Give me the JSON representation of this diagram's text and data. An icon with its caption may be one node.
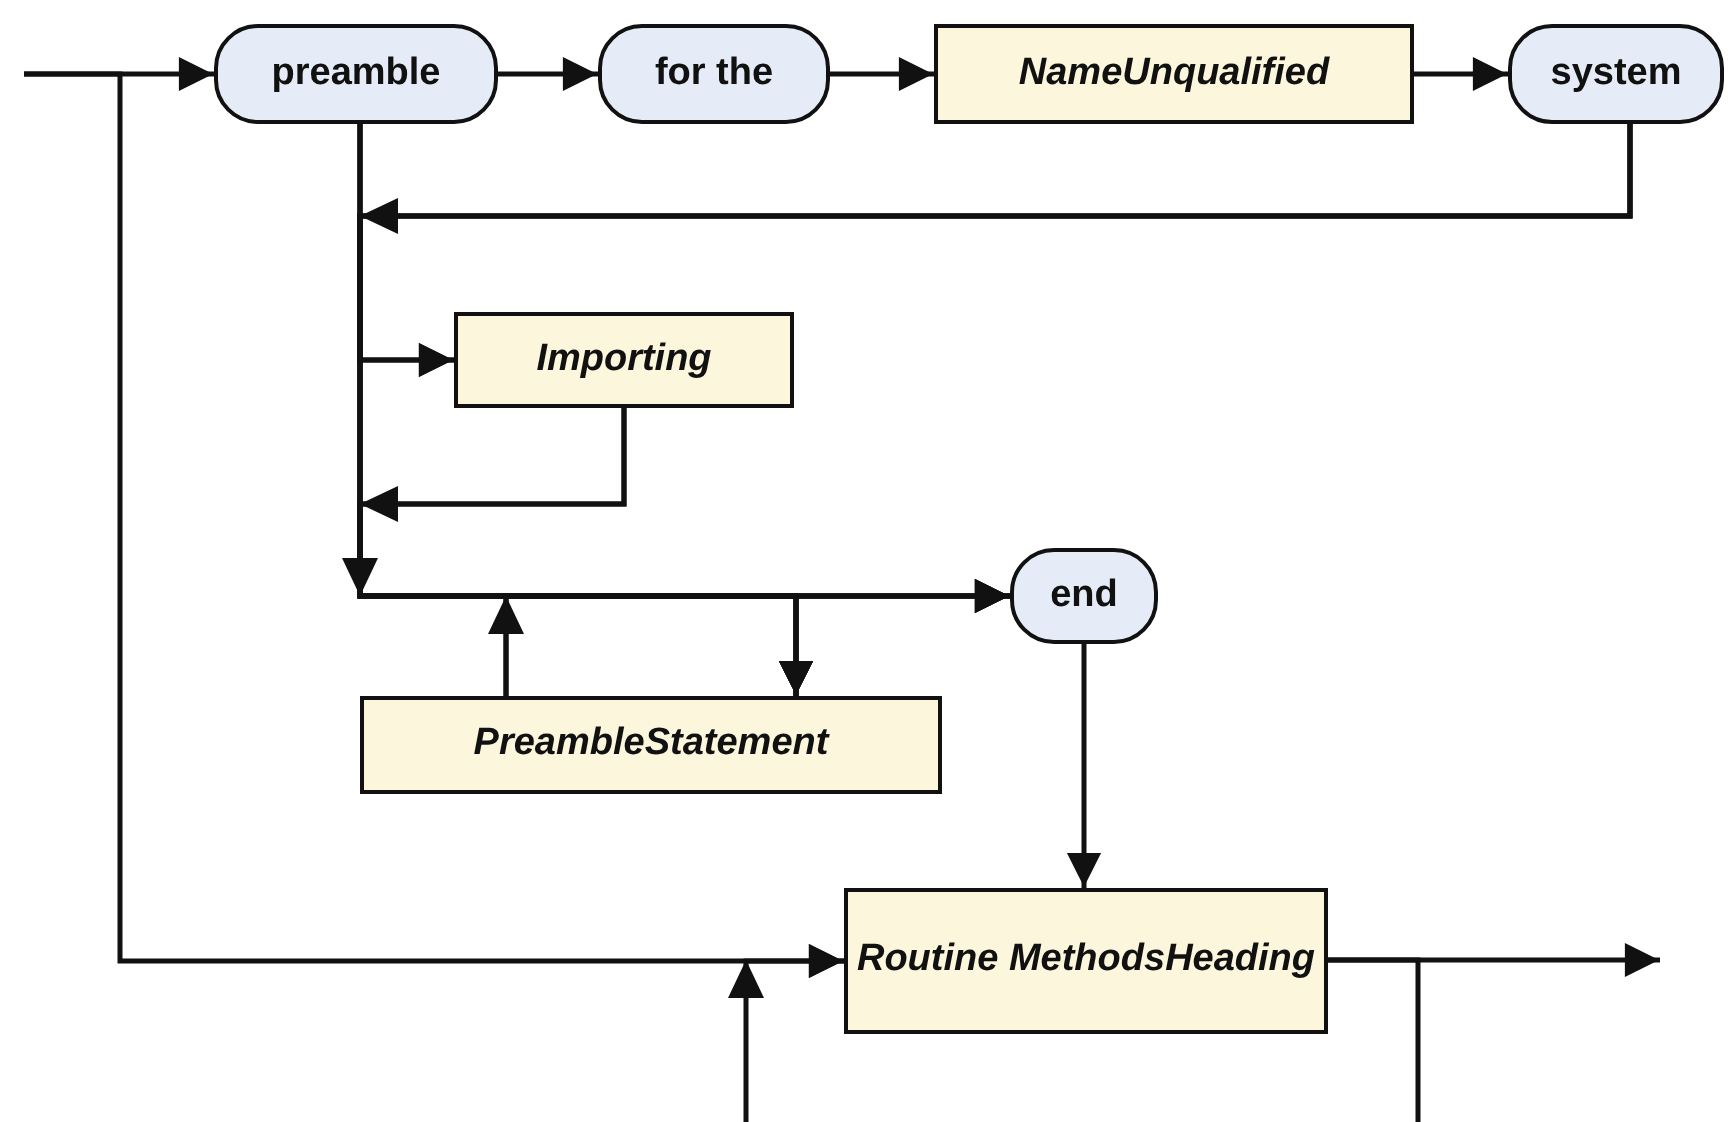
{
  "diagram": {
    "nodes": [
      {
        "text": [
          "preamble"
        ]
      },
      {
        "text": [
          "for the"
        ]
      },
      {
        "text": [
          "NameUnqualified"
        ]
      },
      {
        "text": [
          "system"
        ]
      },
      {
        "text": [
          "Importing"
        ]
      },
      {
        "text": [
          "PreambleStatement"
        ]
      },
      {
        "text": [
          "end"
        ]
      },
      {
        "text": [
          "Routine MethodsHeading"
        ]
      }
    ],
    "edges": [
      {
        "from": null,
        "to": 0,
        "arrow": "to"
      },
      {
        "from": null,
        "to": 7,
        "arrow": "to"
      },
      {
        "from": 0,
        "to": 1,
        "arrow": "to"
      },
      {
        "from": 1,
        "to": 2,
        "arrow": "to"
      },
      {
        "from": 2,
        "to": 3,
        "arrow": "to"
      },
      {
        "from": 0,
        "to": 4,
        "arrow": "to"
      },
      {
        "from": 3,
        "to": 4,
        "arrow": "to"
      },
      {
        "from": 0,
        "to": 6,
        "arrow": "to"
      },
      {
        "from": 3,
        "to": 6,
        "arrow": "to"
      },
      {
        "from": 4,
        "to": 6,
        "arrow": "to"
      },
      {
        "from": 0,
        "to": 5,
        "arrow": "to"
      },
      {
        "from": 3,
        "to": 5,
        "arrow": "to"
      },
      {
        "from": 4,
        "to": 5,
        "arrow": "to"
      },
      {
        "from": 5,
        "to": 6,
        "arrow": "to"
      },
      {
        "from": 5,
        "to": 5,
        "arrow": "to"
      },
      {
        "from": 6,
        "to": 7,
        "arrow": "to"
      },
      {
        "from": 7,
        "to": null,
        "arrow": "to"
      },
      {
        "from": 7,
        "to": null,
        "arrow": "none"
      },
      {
        "from": null,
        "to": 7,
        "arrow": "to"
      }
    ]
  }
}
